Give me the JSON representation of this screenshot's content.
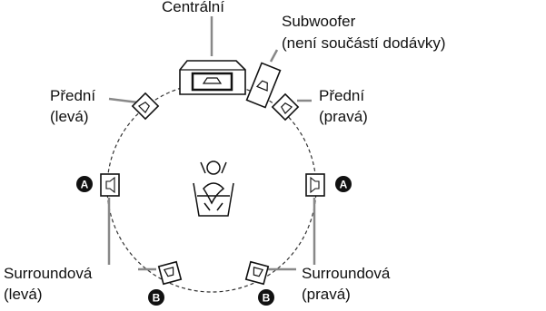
{
  "labels": {
    "center": "Centrální",
    "subwoofer_line1": "Subwoofer",
    "subwoofer_line2": "(není součástí dodávky)",
    "front_left_line1": "Přední",
    "front_left_line2": "(levá)",
    "front_right_line1": "Přední",
    "front_right_line2": "(pravá)",
    "surround_left_line1": "Surroundová",
    "surround_left_line2": "(levá)",
    "surround_right_line1": "Surroundová",
    "surround_right_line2": "(pravá)"
  },
  "markers": {
    "a": "A",
    "b": "B"
  }
}
